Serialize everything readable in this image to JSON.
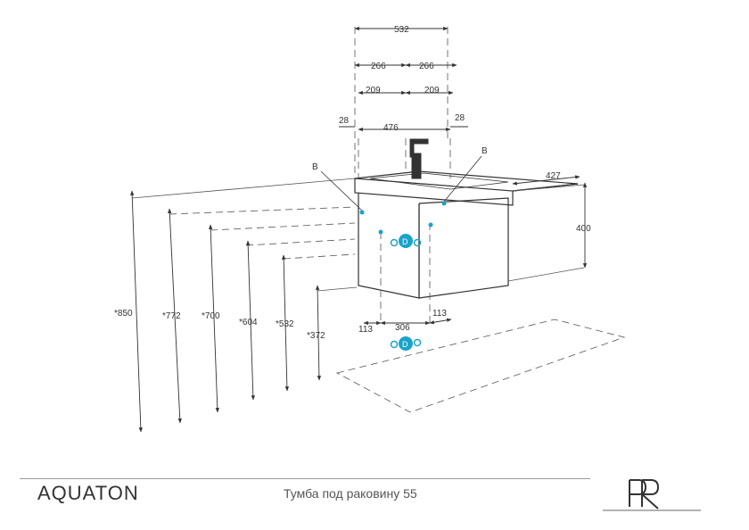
{
  "footer": {
    "brand": "AQUATON",
    "title": "Тумба под раковину 55"
  },
  "dimensions": {
    "top_total": "532",
    "half_left": "266",
    "half_right": "266",
    "inner_left": "209",
    "inner_right": "209",
    "edge_left": "28",
    "edge_right": "28",
    "inner_width": "476",
    "depth": "427",
    "height": "400",
    "h850": "*850",
    "h772": "*772",
    "h700": "*700",
    "h604": "*604",
    "h532": "*532",
    "h372": "*372",
    "bottom_left": "113",
    "bottom_mid": "306",
    "bottom_right": "113"
  },
  "labels": {
    "b_left": "B",
    "b_right": "B",
    "d_top": "D",
    "d_bottom": "D"
  },
  "colors": {
    "line": "#333333",
    "accent": "#1aa3c8"
  }
}
